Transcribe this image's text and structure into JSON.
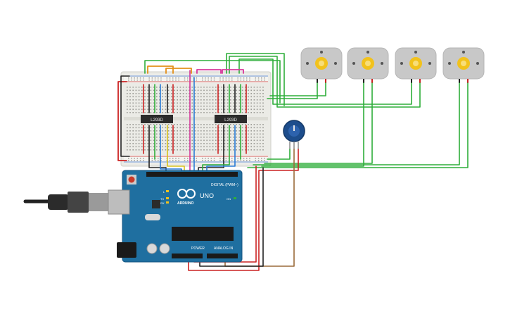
{
  "circuit": {
    "chips": [
      {
        "label": "L293D"
      },
      {
        "label": "L293D"
      }
    ],
    "motors_count": 4,
    "arduino": {
      "logo_text": "ARDUINO",
      "model": "UNO",
      "digital_label": "DIGITAL (PWM~)",
      "power_label": "POWER",
      "analog_label": "ANALOG IN",
      "tx_label": "TX",
      "rx_label": "RX",
      "l_label": "L",
      "on_label": "ON"
    },
    "colors": {
      "board_blue": "#1f6fa0",
      "breadboard": "#ebebe6",
      "wire_green": "#2eae3a",
      "wire_red": "#cc2222",
      "wire_orange": "#e3901a",
      "wire_magenta": "#d6379b",
      "wire_black": "#222222",
      "wire_blue": "#2a7bd6",
      "wire_yellow": "#d8c21a",
      "wire_brown": "#9a6a3a",
      "motor_body": "#c8c8c8",
      "motor_gear": "#f2c21c"
    }
  }
}
